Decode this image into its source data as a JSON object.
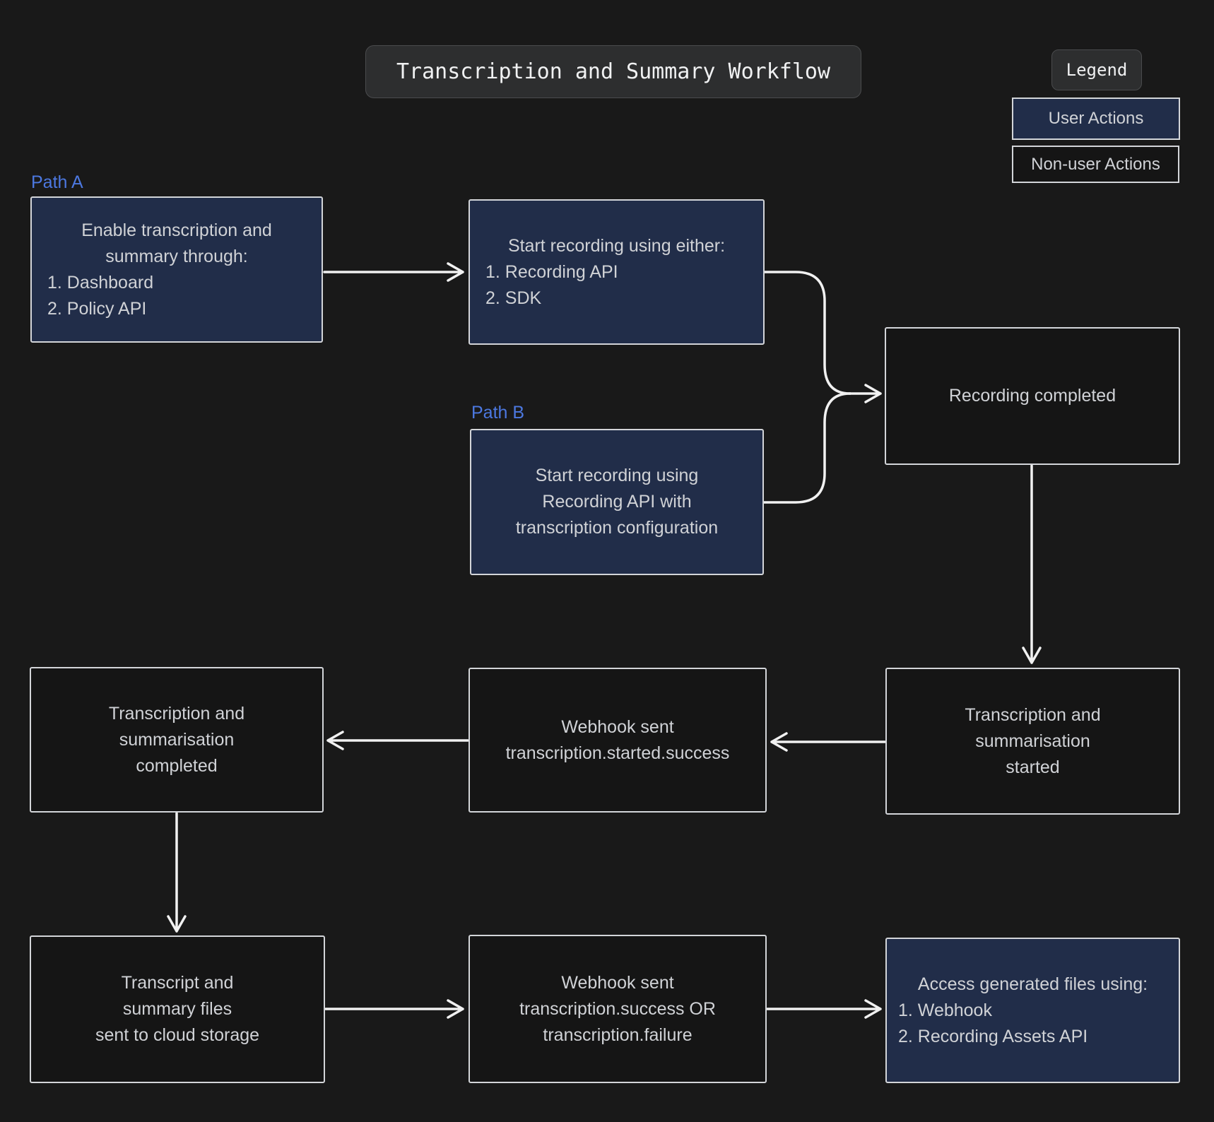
{
  "title": "Transcription and Summary Workflow",
  "legend": {
    "label": "Legend",
    "user_actions_label": "User Actions",
    "nonuser_actions_label": "Non-user Actions"
  },
  "path_labels": {
    "a": "Path A",
    "b": "Path B"
  },
  "nodes": {
    "enable": {
      "intro": [
        "Enable transcription and",
        "summary through:"
      ],
      "items": [
        "1. Dashboard",
        "2. Policy API"
      ]
    },
    "start_either": {
      "intro": [
        "Start recording using either:"
      ],
      "items": [
        "1. Recording API",
        "2. SDK"
      ]
    },
    "start_config": {
      "lines": [
        "Start recording using",
        "Recording API with",
        "transcription configuration"
      ]
    },
    "recording_completed": {
      "lines": [
        "Recording completed"
      ]
    },
    "ts_started": {
      "lines": [
        "Transcription and",
        "summarisation",
        "started"
      ]
    },
    "webhook_started": {
      "lines": [
        "Webhook sent",
        "transcription.started.success"
      ]
    },
    "ts_completed": {
      "lines": [
        "Transcription and",
        "summarisation",
        "completed"
      ]
    },
    "files_cloud": {
      "lines": [
        "Transcript and",
        "summary files",
        "sent to cloud storage"
      ]
    },
    "webhook_result": {
      "lines": [
        "Webhook sent",
        "transcription.success OR",
        "transcription.failure"
      ]
    },
    "access_files": {
      "intro": [
        "Access generated files using:"
      ],
      "items": [
        "1. Webhook",
        "2. Recording Assets API"
      ]
    }
  },
  "colors": {
    "canvas-bg": "#191919",
    "user-fill": "#212d49",
    "nonuser-fill": "#151515",
    "node-border": "#d3d5d9",
    "node-text": "#d0d2d6",
    "path-label": "#4c78e0",
    "arrow": "#f1f1f1"
  }
}
